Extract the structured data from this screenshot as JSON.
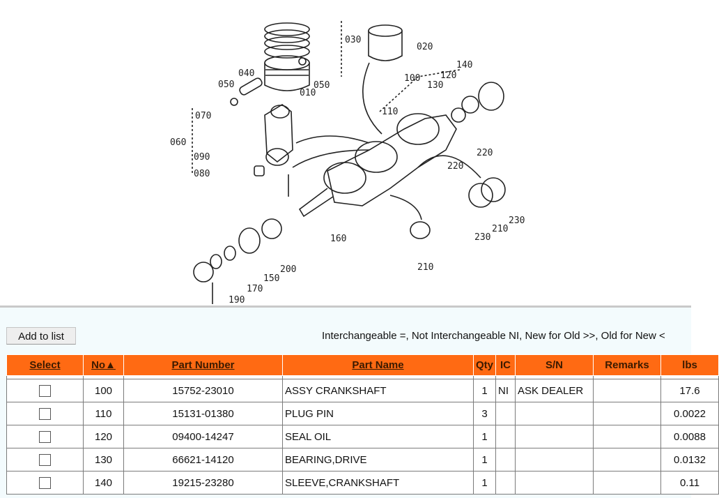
{
  "diagram": {
    "callouts": [
      "030",
      "020",
      "040",
      "050",
      "010",
      "050",
      "070",
      "060",
      "090",
      "080",
      "100",
      "120",
      "140",
      "130",
      "110",
      "220",
      "220",
      "230",
      "210",
      "230",
      "160",
      "200",
      "150",
      "170",
      "190",
      "210"
    ]
  },
  "toolbar": {
    "add_label": "Add to list"
  },
  "legend_text": "Interchangeable =, Not Interchangeable NI, New for Old >>, Old for New <",
  "table": {
    "headers": [
      "Select",
      "No▲",
      "Part Number",
      "Part Name",
      "Qty",
      "IC",
      "S/N",
      "Remarks",
      "lbs"
    ],
    "rows": [
      {
        "no": "100",
        "part_number": "15752-23010",
        "part_name": "ASSY CRANKSHAFT",
        "qty": "1",
        "ic": "NI",
        "sn": "ASK DEALER",
        "remarks": "",
        "lbs": "17.6"
      },
      {
        "no": "110",
        "part_number": "15131-01380",
        "part_name": "PLUG PIN",
        "qty": "3",
        "ic": "",
        "sn": "",
        "remarks": "",
        "lbs": "0.0022"
      },
      {
        "no": "120",
        "part_number": "09400-14247",
        "part_name": "SEAL OIL",
        "qty": "1",
        "ic": "",
        "sn": "",
        "remarks": "",
        "lbs": "0.0088"
      },
      {
        "no": "130",
        "part_number": "66621-14120",
        "part_name": "BEARING,DRIVE",
        "qty": "1",
        "ic": "",
        "sn": "",
        "remarks": "",
        "lbs": "0.0132"
      },
      {
        "no": "140",
        "part_number": "19215-23280",
        "part_name": "SLEEVE,CRANKSHAFT",
        "qty": "1",
        "ic": "",
        "sn": "",
        "remarks": "",
        "lbs": "0.11"
      }
    ]
  },
  "colors": {
    "header_bg": "#ff6a13",
    "panel_bg": "#f3fbfd",
    "frame": "#c0504d"
  }
}
